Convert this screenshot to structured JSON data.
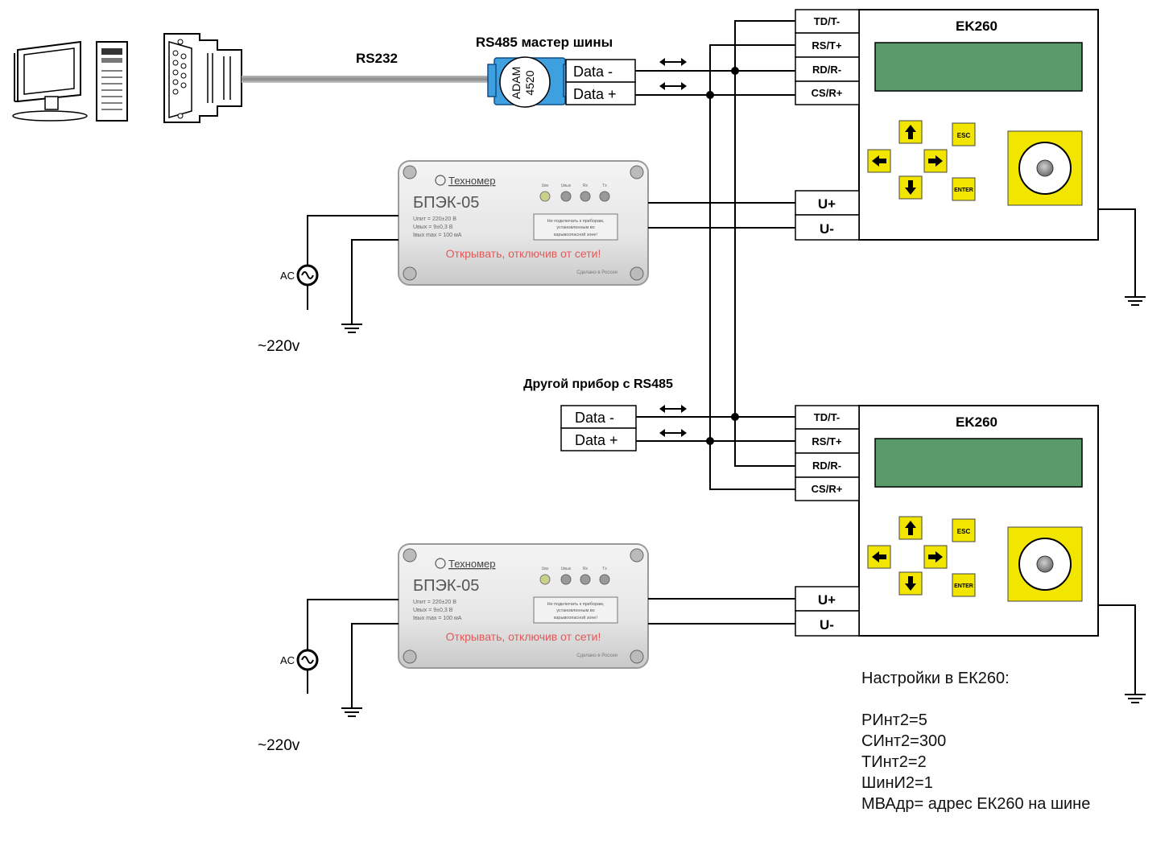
{
  "pc": {
    "rs232_label": "RS232"
  },
  "adam": {
    "header": "RS485 мастер шины",
    "name": "ADAM",
    "model": "4520",
    "data_minus": "Data -",
    "data_plus": "Data +"
  },
  "ek260": {
    "title": "EK260",
    "terminals": [
      "TD/T-",
      "RS/T+",
      "RD/R-",
      "CS/R+"
    ],
    "power_plus": "U+",
    "power_minus": "U-",
    "keys": {
      "esc": "ESC",
      "enter": "ENTER"
    },
    "display_color": "#5a9a6a",
    "key_color": "#f2e600"
  },
  "bpek": {
    "brand": "Техномер",
    "model": "БПЭК-05",
    "specs": [
      "Uпит = 220±20 В",
      "Uвых = 9±0,3 В",
      "Iвых max = 100 мА"
    ],
    "leds": [
      "Uвх",
      "Uвых",
      "Rx",
      "Tx"
    ],
    "warning_lines": [
      "Не подключать к приборам,",
      "установленным во",
      "взрывоопасной зоне!"
    ],
    "caution": "Открывать, отключив от сети!",
    "made": "Сделано в России",
    "caution_color": "#e05a5a"
  },
  "power_source": {
    "ac_label": "AC",
    "voltage": "~220v"
  },
  "other_device": {
    "header": "Другой прибор с RS485",
    "data_minus": "Data -",
    "data_plus": "Data +"
  },
  "settings": {
    "title": "Настройки в ЕК260:",
    "lines": [
      "РИнт2=5",
      "СИнт2=300",
      "ТИнт2=2",
      "ШинИ2=1",
      "МВАдр= адрес ЕК260 на шине"
    ]
  }
}
